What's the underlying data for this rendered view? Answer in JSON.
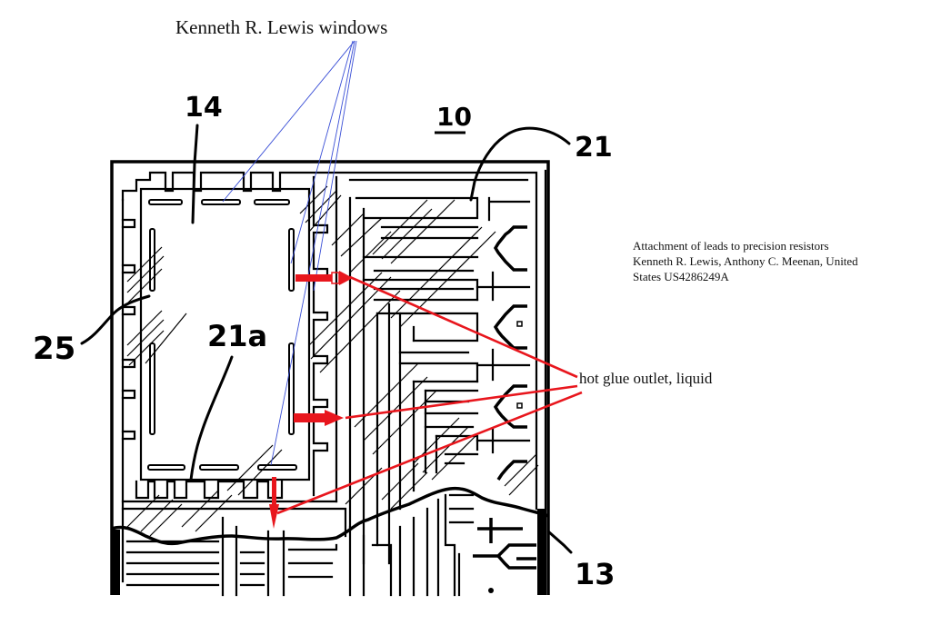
{
  "annotations": {
    "windows_label": "Kenneth R. Lewis windows",
    "patent_info": {
      "line1": "Attachment of leads to precision resistors",
      "line2": "Kenneth R. Lewis, Anthony C. Meenan, United",
      "line3": "States US4286249A"
    },
    "glue_label": "hot glue outlet, liquid"
  },
  "reference_numerals": {
    "r14": "14",
    "r10": "10",
    "r21": "21",
    "r25": "25",
    "r21a": "21a",
    "r13": "13"
  },
  "colors": {
    "annotation_arrow": "#e8161d",
    "window_pointer": "#3a4fd6",
    "drawing_ink": "#000000"
  }
}
